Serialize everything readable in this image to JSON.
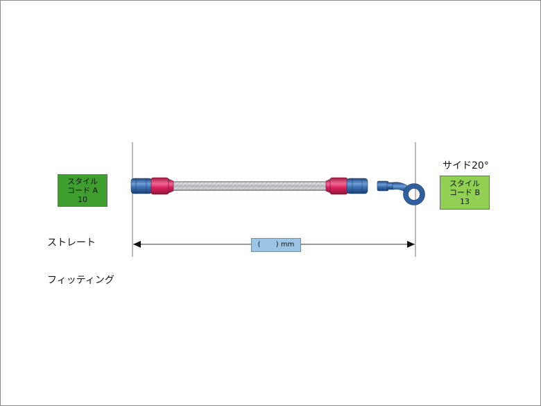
{
  "fitting_a": {
    "style_label": "スタイル",
    "code_label": "コード A",
    "code_value": "10",
    "name_line1": "ストレート",
    "name_line2": "フィッティング"
  },
  "fitting_b": {
    "name": "サイド20°",
    "style_label": "スタイル",
    "code_label": "コード B",
    "code_value": "13"
  },
  "dimension": {
    "text": "(       ) mm"
  },
  "colors": {
    "code_a_box": "#3f9f2e",
    "code_b_box": "#92d053",
    "fitting_blue": "#2e5f9f",
    "fitting_red": "#d8245e",
    "hose_silver": "#b9b9c1",
    "dimension_box": "#9cc4e4"
  }
}
